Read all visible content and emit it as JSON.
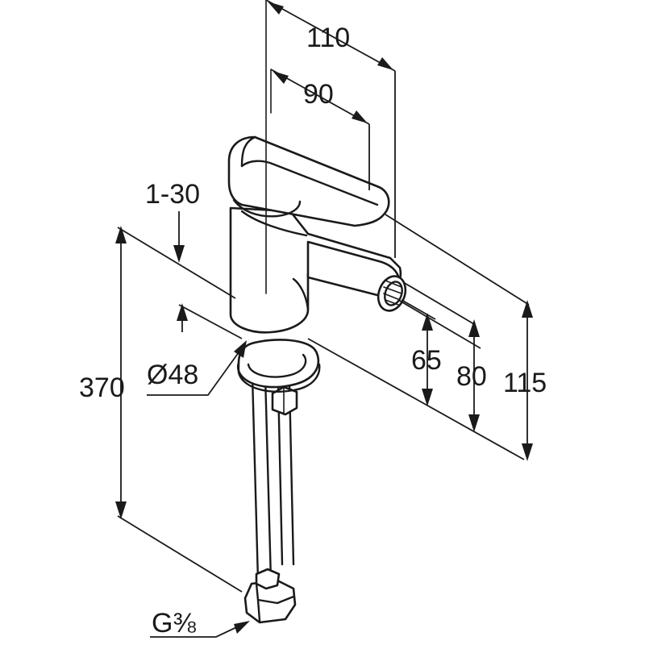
{
  "dimensions": {
    "width_110": "110",
    "width_90": "90",
    "spout_height_65": "65",
    "height_80": "80",
    "height_115": "115",
    "pipe_length_370": "370",
    "base_diameter": "Ø48",
    "lever_angle": "1-30",
    "connection_thread": "G⅜"
  }
}
